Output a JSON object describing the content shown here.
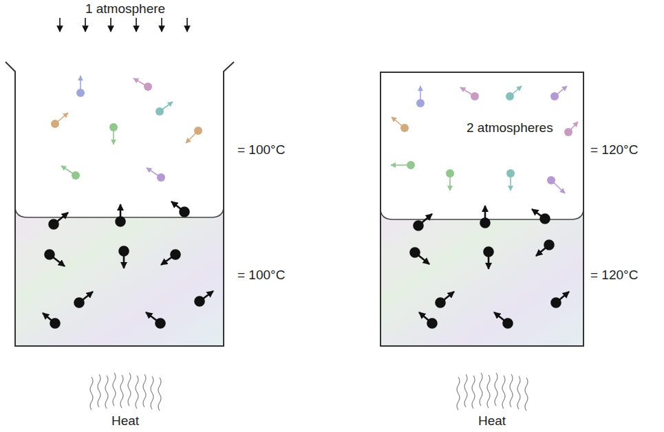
{
  "diagram": {
    "labels": [
      "1 atmosphere",
      "= 100°C",
      "= 100°C",
      "2 atmospheres",
      "= 120°C",
      "= 120°C",
      "Heat",
      "Heat"
    ]
  }
}
